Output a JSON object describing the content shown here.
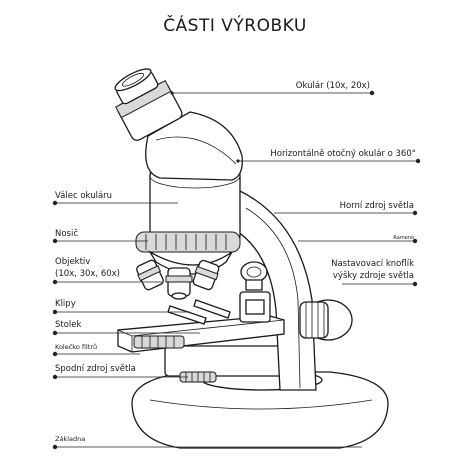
{
  "title": "ČÁSTI VÝROBKU",
  "labels": {
    "okular": "Okulár (10x, 20x)",
    "horizontal": "Horizontálně otočný okulár o 360°",
    "valec": "Válec okuláru",
    "horni_svetlo": "Horní zdroj světla",
    "nosic": "Nosič",
    "rameno": "Rameno",
    "objektiv_1": "Objektiv",
    "objektiv_2": "(10x, 30x, 60x)",
    "knoflik_1": "Nastavovací knoflík",
    "knoflik_2": "výšky zdroje světla",
    "klipy": "Klipy",
    "stolek": "Stolek",
    "kolecko": "Kolečko filtrů",
    "spodni_svetlo": "Spodní zdroj světla",
    "zakladna": "Základna"
  }
}
